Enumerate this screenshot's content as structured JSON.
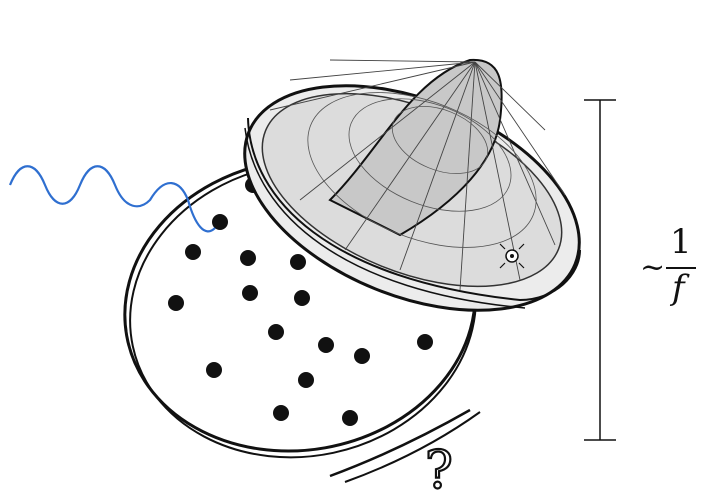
{
  "figure": {
    "scale_label": {
      "prefix": "~",
      "numerator": "1",
      "denominator": "f"
    },
    "question_mark": "?",
    "colors": {
      "wave": "#2f6fd0",
      "ink": "#111111",
      "shell_fill": "#ececec"
    },
    "dot_count": 16
  }
}
